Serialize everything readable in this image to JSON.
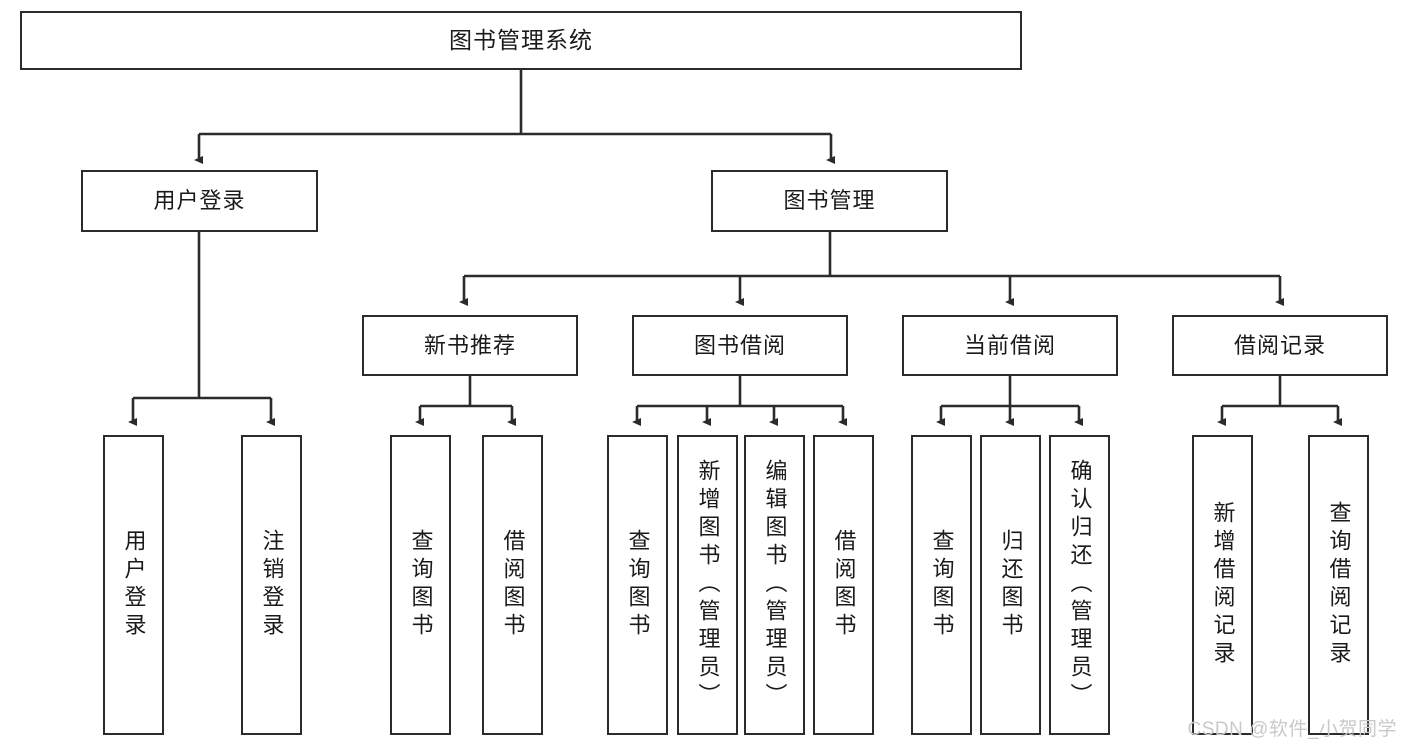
{
  "diagram": {
    "title": "图书管理系统",
    "type": "tree",
    "root": {
      "label": "图书管理系统"
    },
    "level1": [
      {
        "label": "用户登录"
      },
      {
        "label": "图书管理"
      }
    ],
    "level2": [
      {
        "label": "新书推荐"
      },
      {
        "label": "图书借阅"
      },
      {
        "label": "当前借阅"
      },
      {
        "label": "借阅记录"
      }
    ],
    "leaves": {
      "user_login": [
        {
          "label": "用户登录"
        },
        {
          "label": "注销登录"
        }
      ],
      "new_book_recommend": [
        {
          "label": "查询图书"
        },
        {
          "label": "借阅图书"
        }
      ],
      "book_borrow": [
        {
          "label": "查询图书"
        },
        {
          "label": "新增图书（管理员）"
        },
        {
          "label": "编辑图书（管理员）"
        },
        {
          "label": "借阅图书"
        }
      ],
      "current_borrow": [
        {
          "label": "查询图书"
        },
        {
          "label": "归还图书"
        },
        {
          "label": "确认归还（管理员）"
        }
      ],
      "borrow_record": [
        {
          "label": "新增借阅记录"
        },
        {
          "label": "查询借阅记录"
        }
      ]
    }
  },
  "watermark": {
    "text": "CSDN @软件_小贺同学"
  },
  "colors": {
    "stroke": "#2b2b2b",
    "background": "#ffffff",
    "text": "#1a1a1a",
    "watermark": "#c9c9c9"
  }
}
